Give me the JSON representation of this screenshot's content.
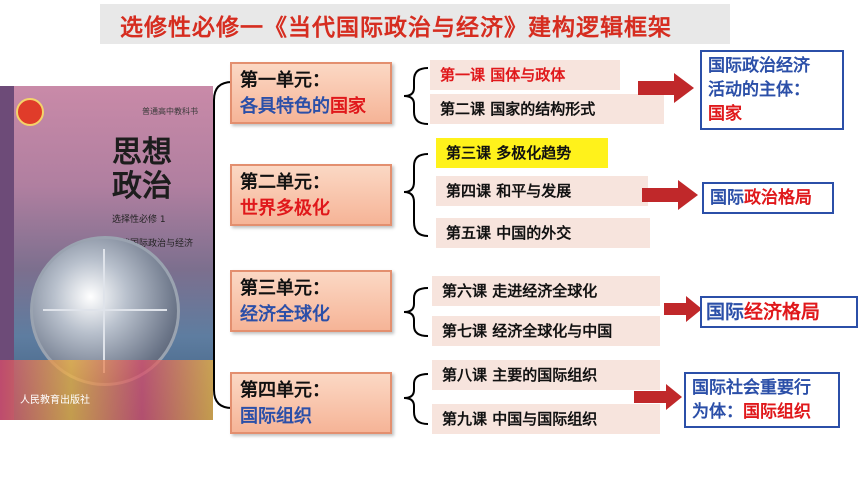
{
  "title": "选修性必修一《当代国际政治与经济》建构逻辑框架",
  "book": {
    "series": "普通高中教科书",
    "title": "思想政治",
    "edition": "选择性必修 1",
    "subtitle": "当代国际政治与经济",
    "publisher": "人民教育出版社"
  },
  "units": [
    {
      "name": "第一单元：",
      "sub_parts": [
        {
          "text": "各具特色的",
          "color": "blue"
        },
        {
          "text": "国家",
          "color": "red"
        }
      ],
      "lessons": [
        {
          "text": "第一课  国体与政体",
          "style": "red"
        },
        {
          "text": "第二课  国家的结构形式",
          "style": "normal"
        }
      ],
      "summary_lines": [
        [
          {
            "text": "国际政治经济",
            "color": "blue"
          }
        ],
        [
          {
            "text": "活动的主体：",
            "color": "blue"
          }
        ],
        [
          {
            "text": "国家",
            "color": "red"
          }
        ]
      ]
    },
    {
      "name": "第二单元：",
      "sub_parts": [
        {
          "text": "世界多极化",
          "color": "red"
        }
      ],
      "lessons": [
        {
          "text": "第三课  多极化趋势",
          "style": "yellow"
        },
        {
          "text": "第四课  和平与发展",
          "style": "normal"
        },
        {
          "text": "第五课  中国的外交",
          "style": "normal"
        }
      ],
      "summary_lines": [
        [
          {
            "text": "国际",
            "color": "blue"
          },
          {
            "text": "政治格局",
            "color": "red"
          }
        ]
      ]
    },
    {
      "name": "第三单元：",
      "sub_parts": [
        {
          "text": "经济全球化",
          "color": "blue"
        }
      ],
      "lessons": [
        {
          "text": "第六课  走进经济全球化",
          "style": "normal"
        },
        {
          "text": "第七课  经济全球化与中国",
          "style": "normal"
        }
      ],
      "summary_lines": [
        [
          {
            "text": "国际",
            "color": "blue"
          },
          {
            "text": "经济格局",
            "color": "red"
          }
        ]
      ]
    },
    {
      "name": "第四单元：",
      "sub_parts": [
        {
          "text": "国际组织",
          "color": "blue"
        }
      ],
      "lessons": [
        {
          "text": "第八课  主要的国际组织",
          "style": "normal"
        },
        {
          "text": "第九课  中国与国际组织",
          "style": "normal"
        }
      ],
      "summary_lines": [
        [
          {
            "text": "国际社会重要行",
            "color": "blue"
          }
        ],
        [
          {
            "text": "为体：",
            "color": "blue"
          },
          {
            "text": "国际组织",
            "color": "red"
          }
        ]
      ]
    }
  ],
  "colors": {
    "title_red": "#d62d20",
    "accent_red": "#e0181b",
    "accent_blue": "#2b4fa8",
    "unit_box": "#f6b497",
    "lesson_bg": "#f7e4dd",
    "highlight_yellow": "#fff21b",
    "arrow_red": "#c0282a"
  },
  "icons": [
    "publisher-seal-icon",
    "globe-illustration",
    "right-arrow-icon",
    "curly-brace-icon"
  ]
}
